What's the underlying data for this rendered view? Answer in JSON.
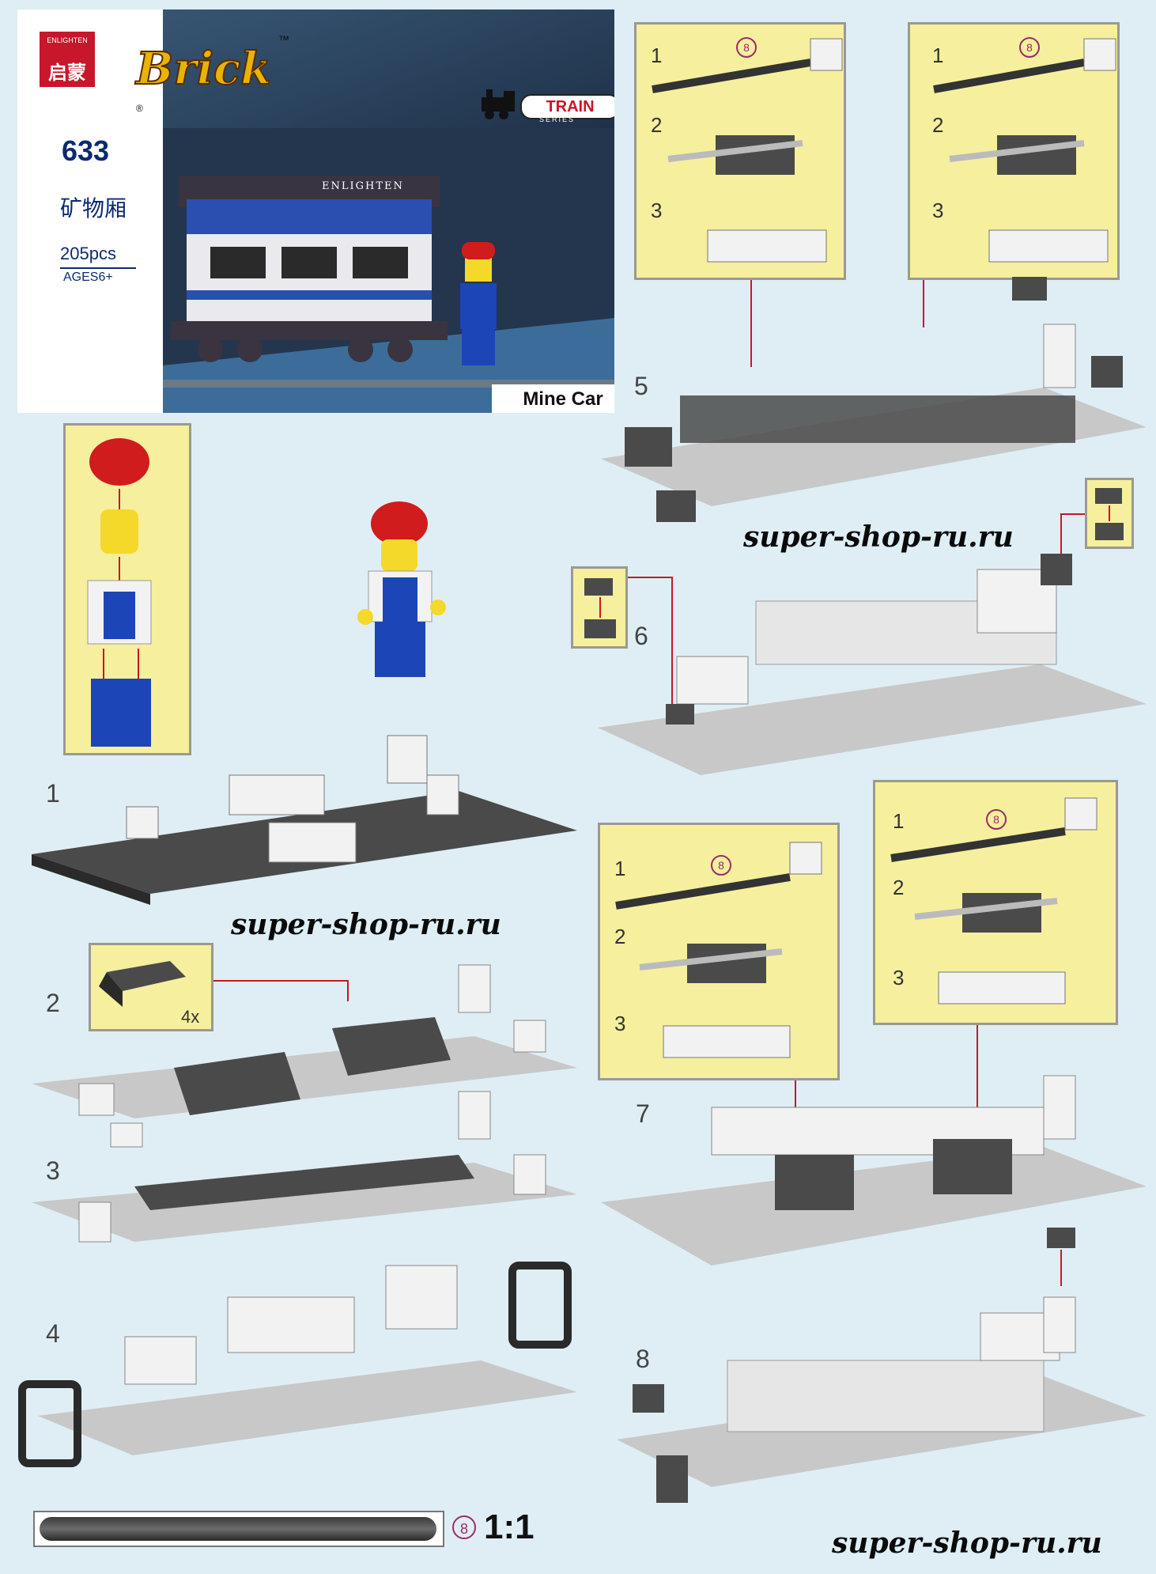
{
  "cover": {
    "brand_mark": "启蒙",
    "brand_mark_top": "ENLIGHTEN",
    "brick_logo": "Brick",
    "trademark": "™",
    "registered": "®",
    "set_number": "633",
    "set_name_cn": "矿物厢",
    "pieces": "205pcs",
    "ages": "AGES6+",
    "train_badge": "TRAIN",
    "train_series": "SERIES",
    "car_side_text": "ENLIGHTEN",
    "product_name": "Mine Car"
  },
  "steps": {
    "s1": "1",
    "s2": "2",
    "s3": "3",
    "s4": "4",
    "s5": "5",
    "s6": "6",
    "s7": "7",
    "s8": "8"
  },
  "substeps": {
    "a": "1",
    "b": "2",
    "c": "3"
  },
  "part_quantity": "4x",
  "part_id_badge": "8",
  "watermark": "super-shop-ru.ru",
  "scale": {
    "badge": "8",
    "ratio": "1:1"
  },
  "colors": {
    "cover_blue": "#1f3149",
    "callout_yellow": "#f6ef9e",
    "brick_dark": "#4a4a4a",
    "brick_light": "#f2f2f2",
    "brick_gray": "#c8c8c8",
    "arrow_red": "#c8162a",
    "minifig_red": "#d01c1c",
    "minifig_yellow": "#f5d92a",
    "minifig_blue": "#1c45b8"
  }
}
